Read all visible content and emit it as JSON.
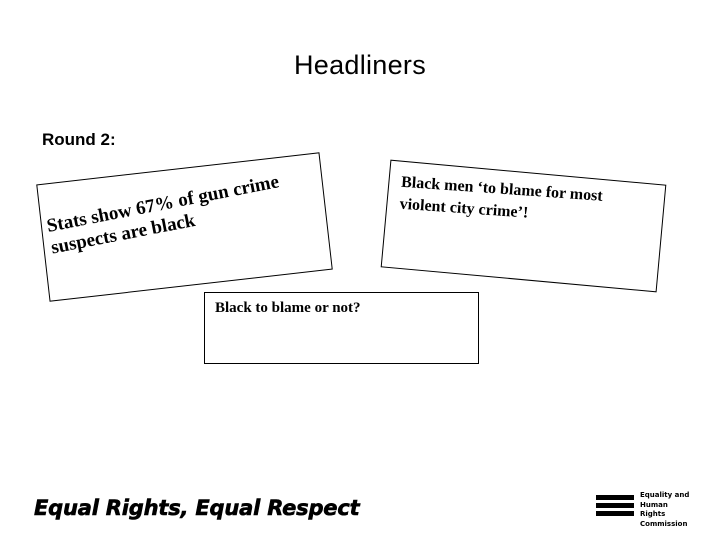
{
  "slide": {
    "title": "Headliners",
    "round_label": "Round 2:",
    "headlines": [
      {
        "id": "headline-1",
        "text": "Stats show 67% of gun crime suspects are black"
      },
      {
        "id": "headline-2",
        "text": "Black men ‘to blame for most violent city crime’!"
      }
    ],
    "question_box": {
      "text": "Black to blame or not?"
    },
    "footer": {
      "slogan": "Equal Rights, Equal Respect"
    },
    "logo": {
      "line1": "Equality and",
      "line2": "Human Rights",
      "line3": "Commission"
    }
  }
}
